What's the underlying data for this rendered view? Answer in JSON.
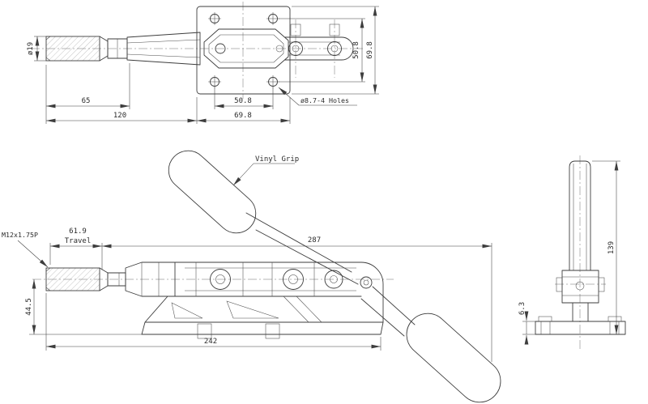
{
  "drawing": {
    "background": "#ffffff",
    "line_color": "#3d3d3d",
    "top_view": {
      "dim_rod_diameter": "ø19",
      "dim_rod_length": "65",
      "dim_overall_left": "120",
      "dim_hole_spacing_h": "50.8",
      "dim_plate_width": "69.8",
      "dim_holes_note": "ø8.7-4 Holes",
      "dim_hole_spacing_v": "50.8",
      "dim_plate_height": "69.8"
    },
    "side_view": {
      "label_vinyl_grip": "Vinyl Grip",
      "label_thread": "M12x1.75P",
      "dim_travel_value": "61.9",
      "dim_travel_word": "Travel",
      "dim_open_length": "287",
      "dim_center_height": "44.5",
      "dim_body_length": "242"
    },
    "end_view": {
      "dim_overall_height": "139",
      "dim_base_thickness": "6.3"
    }
  }
}
